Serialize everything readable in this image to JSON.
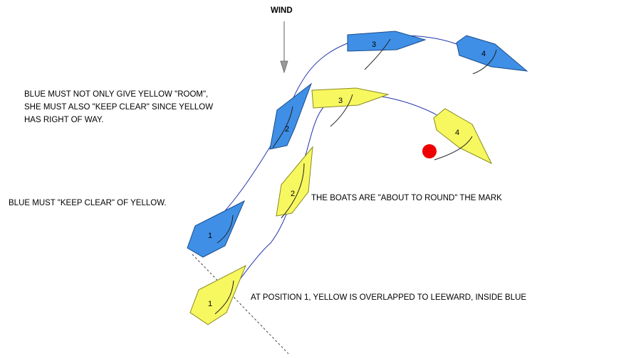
{
  "wind": {
    "label": "WIND"
  },
  "boats": {
    "blue": {
      "color": "#3f8fe6",
      "positions": [
        "1",
        "2",
        "3",
        "4"
      ]
    },
    "yellow": {
      "color": "#f7f760",
      "positions": [
        "1",
        "2",
        "3",
        "4"
      ]
    }
  },
  "mark": {
    "color": "#ee0000"
  },
  "annotations": {
    "blue_room_line1": "BLUE MUST NOT ONLY GIVE YELLOW \"ROOM\",",
    "blue_room_line2": "SHE MUST ALSO \"KEEP CLEAR\" SINCE YELLOW",
    "blue_room_line3": "HAS RIGHT OF WAY.",
    "blue_keep_clear": "BLUE MUST \"KEEP CLEAR\" OF YELLOW.",
    "about_to_round": "THE BOATS ARE \"ABOUT TO ROUND\" THE MARK",
    "position1": "AT POSITION 1, YELLOW IS OVERLAPPED TO LEEWARD, INSIDE BLUE"
  }
}
